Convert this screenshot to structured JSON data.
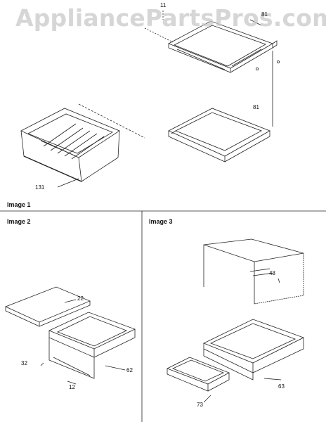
{
  "watermark": "AppliancePartsPros.com",
  "images": [
    {
      "label": "Image 1",
      "parts": [
        "11",
        "81",
        "131",
        "81"
      ]
    },
    {
      "label": "Image 2",
      "parts": [
        "22",
        "32",
        "62",
        "12"
      ]
    },
    {
      "label": "Image 3",
      "parts": [
        "43",
        "63",
        "73"
      ]
    }
  ]
}
